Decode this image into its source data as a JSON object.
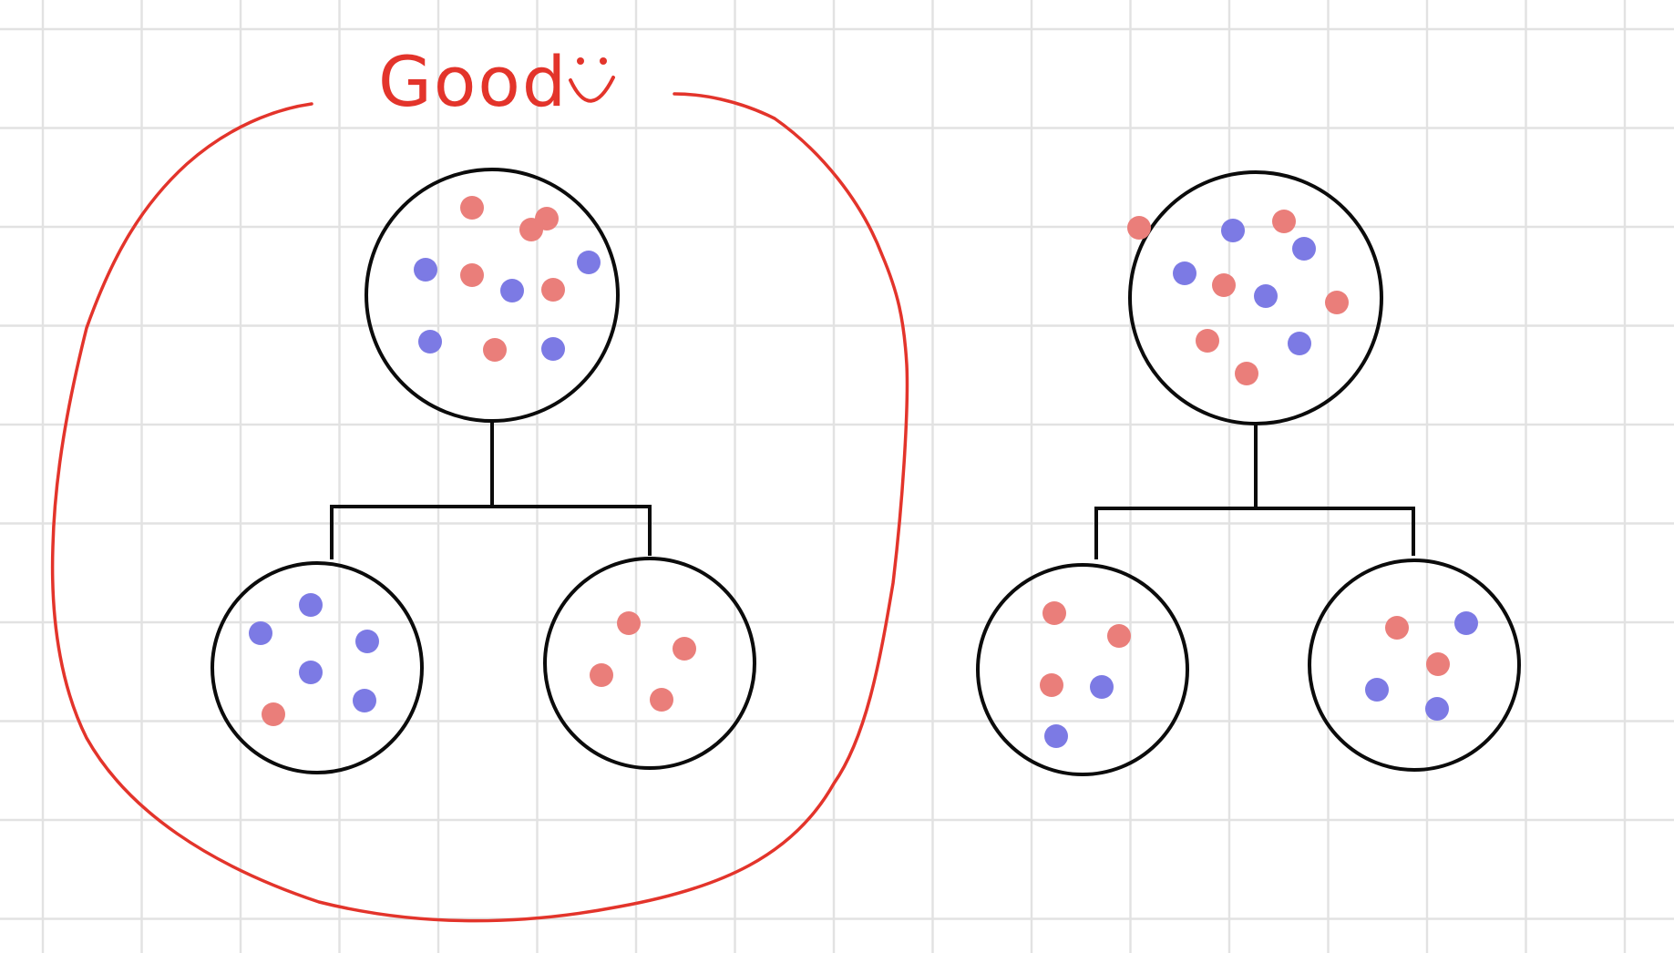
{
  "annotation": {
    "text": "Good",
    "emoticon": "smiley-face",
    "color": "#e3342b"
  },
  "colors": {
    "background": "#ffffff",
    "grid": "#e2e2e2",
    "outline": "#0b0b0b",
    "red_dot": "#ea7e7a",
    "blue_dot": "#7c7ae4",
    "highlight": "#e3342b"
  },
  "trees": [
    {
      "name": "left-tree",
      "highlighted": true,
      "root": {
        "red": 6,
        "blue": 5
      },
      "children": [
        {
          "name": "left-child",
          "red": 1,
          "blue": 5
        },
        {
          "name": "right-child",
          "red": 4,
          "blue": 0
        }
      ]
    },
    {
      "name": "right-tree",
      "highlighted": false,
      "root": {
        "red": 6,
        "blue": 5
      },
      "children": [
        {
          "name": "left-child",
          "red": 3,
          "blue": 2
        },
        {
          "name": "right-child",
          "red": 2,
          "blue": 3
        }
      ]
    }
  ]
}
